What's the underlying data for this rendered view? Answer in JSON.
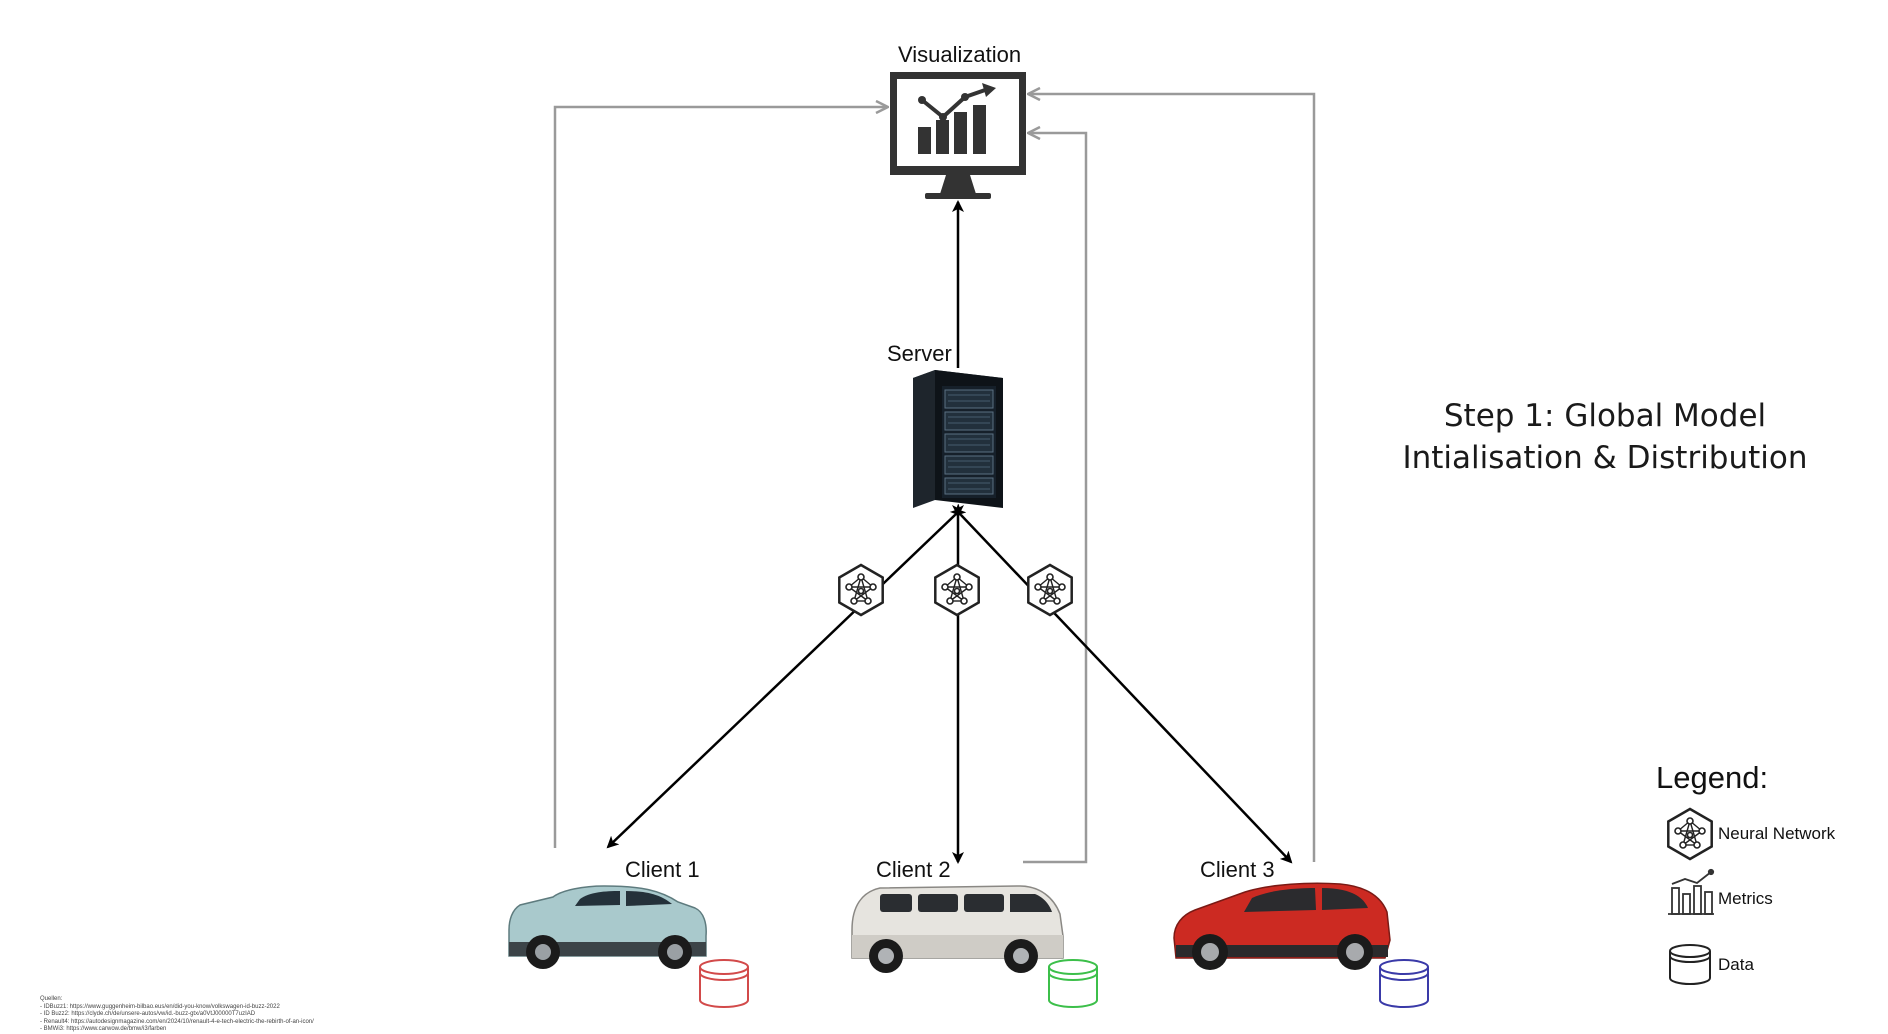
{
  "labels": {
    "visualization": "Visualization",
    "server": "Server",
    "client1": "Client 1",
    "client2": "Client 2",
    "client3": "Client 3"
  },
  "step": {
    "line1": "Step 1: Global Model",
    "line2": "Intialisation & Distribution"
  },
  "legend": {
    "title": "Legend:",
    "items": [
      {
        "label": "Neural Network",
        "icon": "neural-network-icon"
      },
      {
        "label": "Metrics",
        "icon": "metrics-icon"
      },
      {
        "label": "Data",
        "icon": "data-icon"
      }
    ]
  },
  "sources": [
    "Quellen:",
    "- IDBuzz1: https://www.guggenheim-bilbao.eus/en/did-you-know/volkswagen-id-buzz-2022",
    "- ID Buzz2: https://clyde.ch/de/unsere-autos/vw/id.-buzz-gtx/a0VtJ00000T7uzIAD",
    "- Renault4: https://autodesignmagazine.com/en/2024/10/renault-4-e-tech-electric-the-rebirth-of-an-icon/",
    "- BMWi3: https://www.carwow.de/bmw/i3/farben"
  ],
  "colors": {
    "flow_line": "#000000",
    "feedback_line": "#9a9a9a",
    "client1_data": "#d24a4a",
    "client2_data": "#3cbf4a",
    "client3_data": "#3a3aa8",
    "car1_body": "#a9c9cc",
    "car2_body": "#e6e4df",
    "car3_body": "#cc2a22"
  }
}
